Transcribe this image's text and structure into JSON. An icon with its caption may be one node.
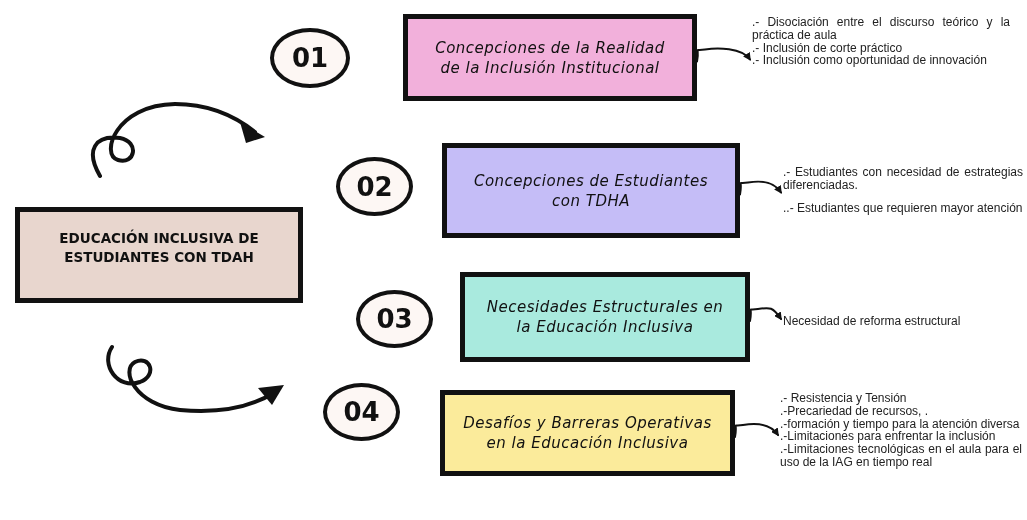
{
  "diagram": {
    "nodes": [
      {
        "text": [
          "EDUCACIÓN INCLUSIVA DE ESTUDIANTES CON TDAH"
        ]
      },
      {
        "text": [
          "01"
        ]
      },
      {
        "text": [
          "Concepciones de la Realidad de la Inclusión Institucional"
        ]
      },
      {
        "text": [
          ".- Disociación entre el discurso teórico y la práctica de aula",
          ".- Inclusión de corte práctico",
          ".- Inclusión como oportunidad de innovación"
        ]
      },
      {
        "text": [
          "02"
        ]
      },
      {
        "text": [
          "Concepciones de Estudiantes con TDHA"
        ]
      },
      {
        "text": [
          ".- Estudiantes con necesidad de estrategias diferenciadas.",
          "..- Estudiantes que requieren mayor atención"
        ]
      },
      {
        "text": [
          "03"
        ]
      },
      {
        "text": [
          "Necesidades Estructurales en la Educación Inclusiva"
        ]
      },
      {
        "text": [
          "Necesidad de reforma estructural"
        ]
      },
      {
        "text": [
          "04"
        ]
      },
      {
        "text": [
          "Desafíos y Barreras Operativas en la Educación Inclusiva"
        ]
      },
      {
        "text": [
          ".- Resistencia y Tensión",
          ".-Precariedad de recursos, .",
          ".-formación y tiempo para la atención diversa",
          ".-Limitaciones para enfrentar la inclusión",
          ".-Limitaciones tecnológicas en el aula para el uso de la IAG en tiempo real"
        ]
      }
    ],
    "edges": [
      {
        "from": 2,
        "to": 3,
        "arrow": "to"
      },
      {
        "from": 5,
        "to": 6,
        "arrow": "to"
      },
      {
        "from": 8,
        "to": 9,
        "arrow": "to"
      },
      {
        "from": 11,
        "to": 12,
        "arrow": "to"
      }
    ]
  }
}
